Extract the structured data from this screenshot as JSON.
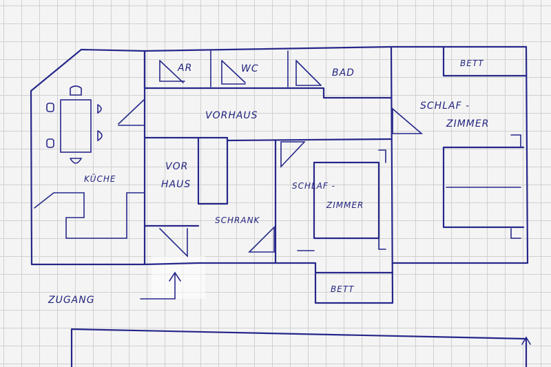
{
  "rooms": {
    "kitchen": "KÜCHE",
    "hall_top": "VORHAUS",
    "hall_left_line1": "VOR",
    "hall_left_line2": "HAUS",
    "storage": "AR",
    "toilet": "WC",
    "bath": "BAD",
    "wardrobe": "SCHRANK",
    "bedroom_right_line1": "SCHLAF -",
    "bedroom_right_line2": "ZIMMER",
    "bedroom_mid_line1": "SCHLAF -",
    "bedroom_mid_line2": "ZIMMER",
    "bed_top": "BETT",
    "bed_bottom": "BETT"
  },
  "entrance": "ZUGANG",
  "colors": {
    "ink": "#25268a",
    "paper": "#f4f4f4",
    "grid": "#d0d0d0"
  }
}
